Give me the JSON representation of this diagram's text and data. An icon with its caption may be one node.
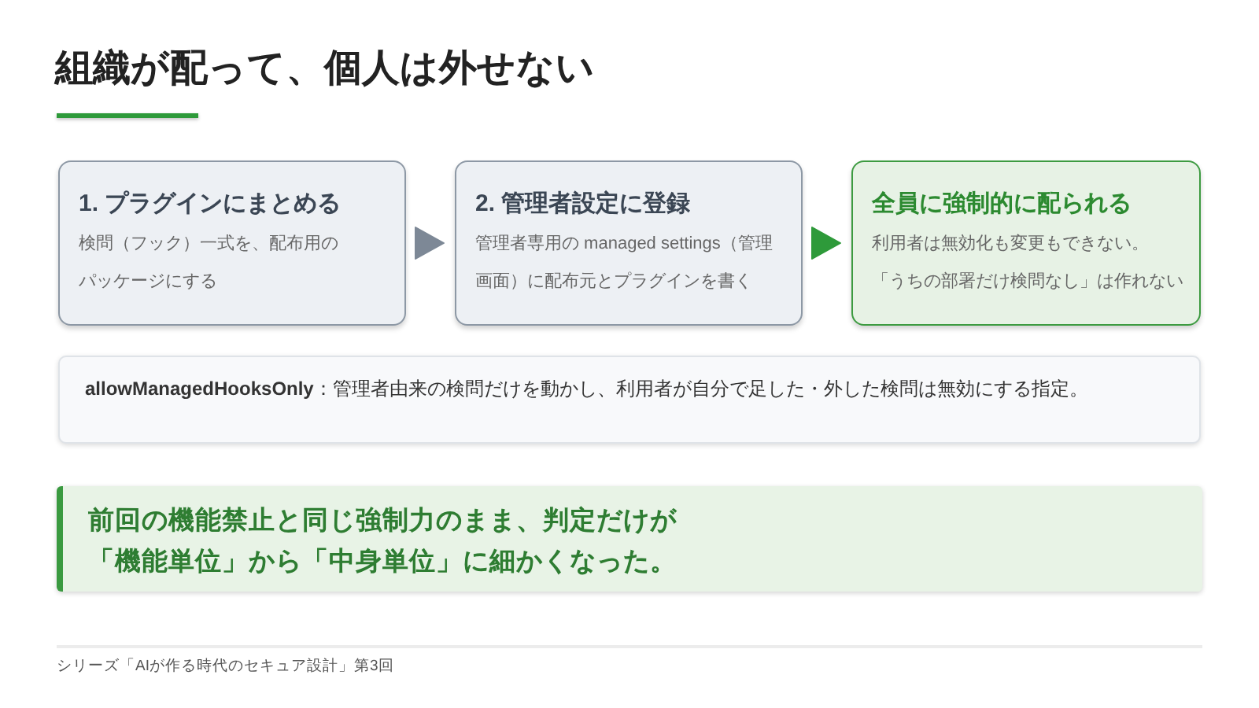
{
  "diagram": {
    "title": "組織が配って、個人は外せない",
    "nodes": [
      {
        "text": [
          "1. プラグインにまとめる",
          "検問（フック）一式を、配布用のパッケージにする"
        ]
      },
      {
        "text": [
          "2. 管理者設定に登録",
          "管理者専用の managed settings（管理画面）に配布元とプラグインを書く"
        ]
      },
      {
        "text": [
          "全員に強制的に配られる",
          "利用者は無効化も変更もできない。「うちの部署だけ検問なし」は作れない"
        ]
      },
      {
        "text": [
          "**allowManagedHooksOnly**：管理者由来の検問だけを動かし、利用者が自分で足した・外した検問は無効にする指定。"
        ]
      },
      {
        "text": [
          "前回の機能禁止と同じ強制力のまま、判定だけが「機能単位」から「中身単位」に細かくなった。"
        ]
      }
    ],
    "edges": [
      {
        "from": 0,
        "to": 1,
        "arrow": "to"
      },
      {
        "from": 1,
        "to": 2,
        "arrow": "to",
        "color": "#2e9a3a"
      }
    ],
    "labels": [
      "シリーズ「AIが作る時代のセキュア設計」第3回"
    ]
  }
}
